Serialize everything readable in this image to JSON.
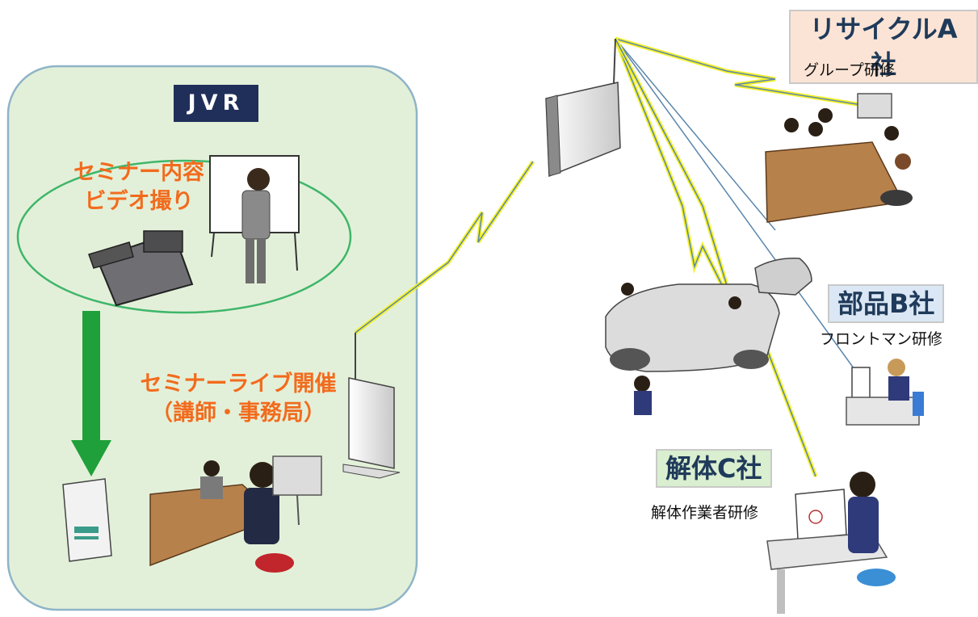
{
  "jvr": {
    "label": "JVR",
    "seminar_recording": [
      "セミナー内容",
      "ビデオ撮り"
    ],
    "live_seminar": [
      "セミナーライブ開催",
      "（講師・事務局）"
    ]
  },
  "companies": [
    {
      "name": "リサイクルA社",
      "activity": "グループ研修",
      "tag_color": "#fbe4d5"
    },
    {
      "name": "部品B社",
      "activity": "フロントマン研修",
      "tag_color": "#dbe7f4"
    },
    {
      "name": "解体C社",
      "activity": "解体作業者研修",
      "tag_color": "#d9efcf"
    }
  ],
  "colors": {
    "panel_fill": "#e3f0d9",
    "panel_border": "#8fb4c7",
    "orange_text": "#f26b1d",
    "arrow_green": "#1fa03a",
    "jvr_badge": "#1f2f5a",
    "link_blue": "#5b86ad",
    "lightning_yellow": "#f4f12a"
  },
  "icons": [
    "video-camera-icon",
    "whiteboard-presenter-icon",
    "pc-tower-icon",
    "router-icon",
    "video-conference-icon",
    "car-disassembly-icon",
    "headset-operator-icon"
  ]
}
